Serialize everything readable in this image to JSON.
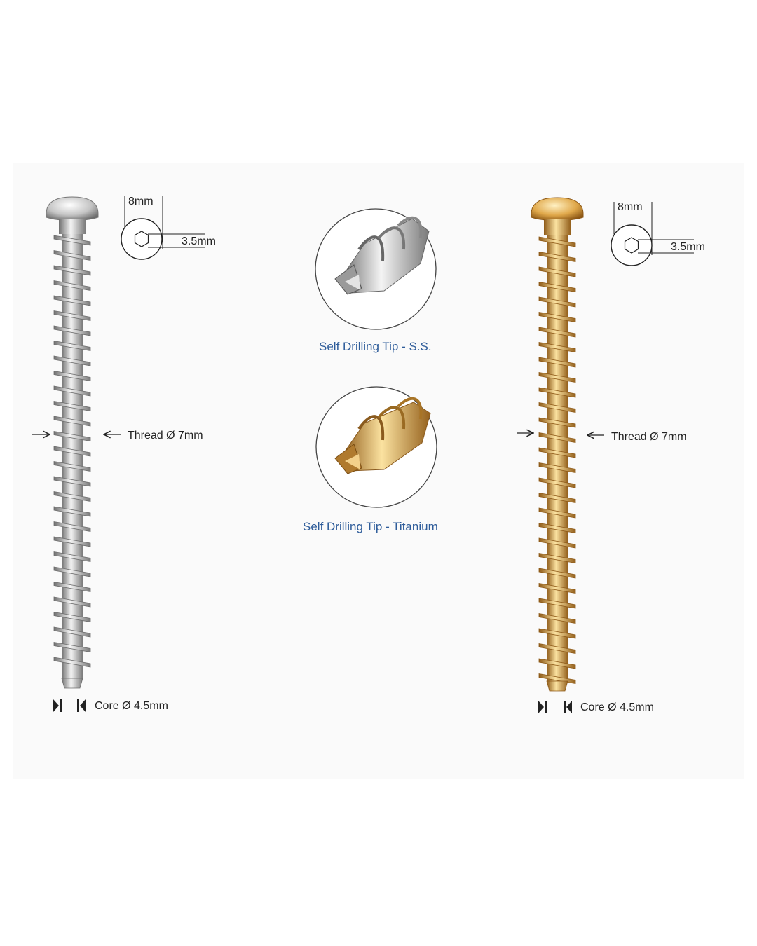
{
  "panel": {
    "background": "#fafafa"
  },
  "screws": [
    {
      "id": "ss",
      "finish": "stainless-steel",
      "colors": {
        "light": "#f4f4f4",
        "mid": "#b9b9b9",
        "dark": "#6f6f6f"
      },
      "head_diameter_label": "8mm",
      "hex_socket_label": "3.5mm",
      "thread_label": "Thread Ø 7mm",
      "core_label": "Core Ø 4.5mm"
    },
    {
      "id": "ti",
      "finish": "titanium",
      "colors": {
        "light": "#fbe2a0",
        "mid": "#dca246",
        "dark": "#8e5a18"
      },
      "head_diameter_label": "8mm",
      "hex_socket_label": "3.5mm",
      "thread_label": "Thread Ø 7mm",
      "core_label": "Core Ø 4.5mm"
    }
  ],
  "tips": [
    {
      "id": "ss",
      "caption": "Self Drilling Tip - S.S."
    },
    {
      "id": "ti",
      "caption": "Self Drilling Tip - Titanium"
    }
  ],
  "icons": {
    "thread_arrows": "arrow-right-left-icon",
    "core_markers": "core-bracket-icon",
    "hex_socket": "hex-socket-icon"
  },
  "caption_color": "#2e5c9a"
}
